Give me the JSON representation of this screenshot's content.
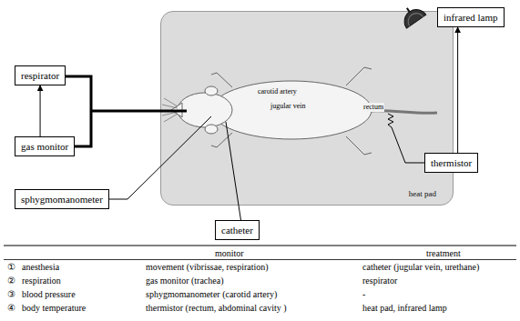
{
  "diagram": {
    "nodes": [
      {
        "text": [
          "infrared lamp"
        ]
      },
      {
        "text": [
          "respirator"
        ]
      },
      {
        "text": [
          "heat pad"
        ]
      },
      {
        "text": [
          "gas monitor"
        ]
      },
      {
        "text": [
          "sphygmomanometer"
        ]
      },
      {
        "text": [
          "thermistor"
        ]
      },
      {
        "text": [
          "catheter"
        ]
      }
    ],
    "edges": [
      {
        "from": 3,
        "to": 1,
        "arrow": "to"
      },
      {
        "from": 5,
        "to": 0,
        "arrow": "to"
      }
    ],
    "labels": [
      "carotid artery",
      "jugular vein",
      "rectum",
      "monitor",
      "treatment",
      "①",
      "anesthesia",
      "movement (vibrissae, respiration)",
      "catheter (jugular vein, urethane)",
      "②",
      "respiration",
      "gas monitor (trachea)",
      "respirator",
      "③",
      "blood pressure",
      "sphygmomanometer (carotid artery)",
      "-",
      "④",
      "body temperature",
      "thermistor (rectum, abdominal cavity )",
      "heat pad, infrared lamp"
    ]
  }
}
